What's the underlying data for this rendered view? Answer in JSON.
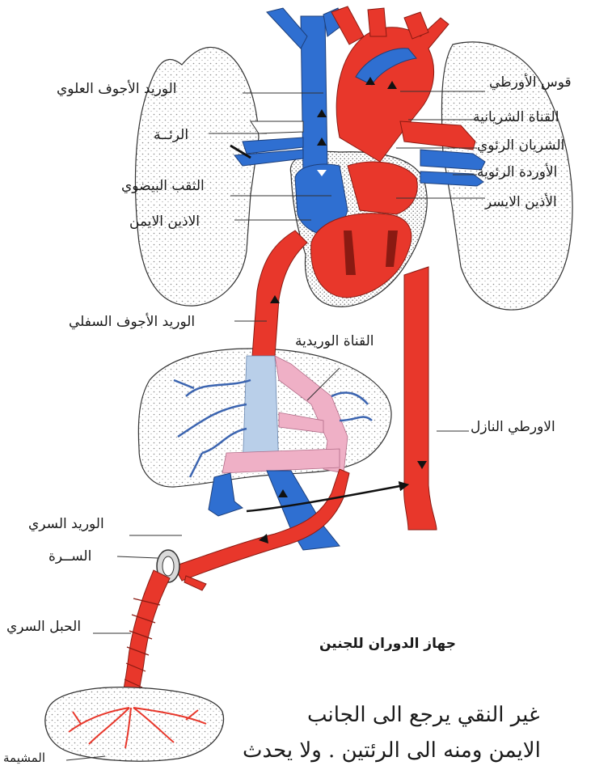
{
  "diagram": {
    "colors": {
      "oxygenated": "#e8372b",
      "deoxygenated": "#2f6fd1",
      "mixed_pale_blue": "#b9cfe9",
      "mixed_pink": "#efb0c6",
      "stipple": "#9a9a9a",
      "outline": "#333333"
    },
    "labels": {
      "superior_vena_cava": "الوريد الأجوف العلوي",
      "lung": "الرئــة",
      "foramen_ovale": "الثقب البيضوي",
      "right_atrium": "الاذين الايمن",
      "inferior_vena_cava": "الوريد الأجوف السفلي",
      "ductus_venosus": "القناة الوريدية",
      "umbilical_vein": "الوريد السري",
      "navel": "الســرة",
      "umbilical_cord": "الحبل السري",
      "placenta": "المشيمة",
      "aortic_arch": "قوس الأورطي",
      "ductus_arteriosus": "القناة الشريانية",
      "pulmonary_artery": "الشريان الرئوي",
      "pulmonary_veins": "الأوردة الرئوية",
      "left_atrium": "الأذين الايسر",
      "descending_aorta": "الاورطي النازل"
    },
    "caption": "جهاز الدوران للجنين"
  },
  "text": {
    "line1": "غير النقي يرجع الى الجانب",
    "line2": "الايمن ومنه الى الرئتين . ولا يحدث"
  }
}
